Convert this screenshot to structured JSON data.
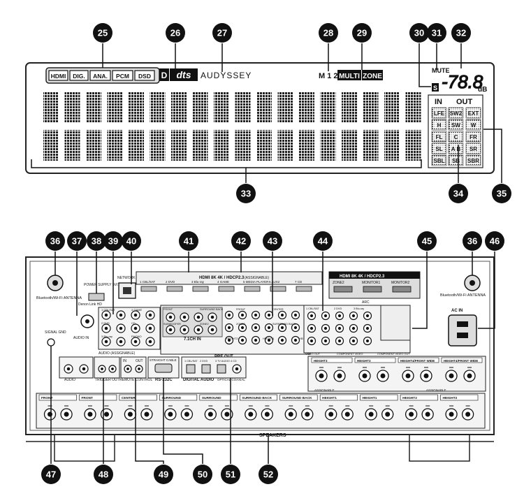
{
  "display": {
    "badges": [
      "HDMI",
      "DIG.",
      "ANA.",
      "PCM",
      "DSD"
    ],
    "dolby_logo": "D",
    "dts_logo": "dts",
    "audyssey": "AUDYSSEY",
    "m12": "M 1 2",
    "multi": "MULTI",
    "zone": "ZONE",
    "mute": "MUTE",
    "s_mark": "S",
    "volume": "-78.8",
    "db": "dB",
    "in_label": "IN",
    "out_label": "OUT",
    "channels": [
      [
        "LFE",
        "SW2",
        "EXT"
      ],
      [
        "H",
        "SW",
        "W"
      ],
      [
        "FL",
        "C",
        "FR"
      ],
      [
        "SL",
        "A B",
        "SR"
      ],
      [
        "SBL",
        "SB",
        "SBR"
      ]
    ]
  },
  "callouts": {
    "top": [
      "25",
      "26",
      "27",
      "28",
      "29",
      "30",
      "31",
      "32"
    ],
    "bottom_display": [
      "33",
      "34",
      "35"
    ],
    "rear_top": [
      "36",
      "37",
      "38",
      "39",
      "40",
      "41",
      "42",
      "43",
      "44",
      "45",
      "36",
      "46"
    ],
    "rear_bottom": [
      "47",
      "48",
      "49",
      "50",
      "51",
      "52"
    ]
  },
  "rear": {
    "antenna_left": "Bluetooth/Wi-Fi ANTENNA",
    "antenna_right": "Bluetooth/Wi-Fi ANTENNA",
    "power_supply": "POWER SUPPLY 5V/1.5A max",
    "network": "NETWORK",
    "denon_link": "Denon Link HD",
    "hdmi_header": "HDMI  8K  4K / HDCP2.3",
    "hdmi_assignable": "(ASSIGNABLE)",
    "hdmi_inputs": [
      "1 CBL/SAT",
      "2 DVD",
      "3 Blu-ray",
      "4 GAME",
      "5 MEDIA PLAYER",
      "6 AUX2",
      "7 CD"
    ],
    "hdmi_out_header": "HDMI  8K  4K / HDCP2.3",
    "hdmi_outputs": [
      "ZONE2",
      "MONITOR1",
      "MONITOR2"
    ],
    "arc": "ARC",
    "analog_in": [
      "1 CBL/SAT",
      "4 GAME",
      "2 DVD",
      "CD",
      "3 Blu-ray",
      "PHONO"
    ],
    "audio_assignable": "AUDIO  (ASSIGNABLE)",
    "audio_in": "AUDIO IN",
    "pre_out": "PRE OUT",
    "ch_in": "7.1CH IN",
    "preout_labels": [
      "FRONT",
      "SURROUND BACK",
      "FRONT",
      "CENTER",
      "SUBWOOFER",
      "ZONE2",
      "ZONE3",
      "SURROUND BACK",
      "HEIGHT2",
      "HEIGHT1",
      "HEIGHT3",
      "MEDIA PLAYER"
    ],
    "component_labels": [
      "1 CBL/SAT",
      "2 DVD",
      "3 Blu-ray",
      "MONITOR",
      "VIDEO OUT",
      "COMPONENT VIDEO",
      "COMPONENT VIDEO OUT"
    ],
    "signal_gnd": "SIGNAL GND",
    "ac_in": "AC IN",
    "zone_audio": "AUDIO",
    "trigger_out": "TRIGGER OUT",
    "remote_control": "REMOTE CONTROL",
    "remote_in": "IN",
    "remote_out": "OUT",
    "rs232c": "RS-232C",
    "straight_cable": "STRAIGHT CABLE",
    "digital_audio": "DIGITAL AUDIO",
    "digital_inputs": [
      "1 CBL/SAT",
      "2 DVD",
      "3 TV AUDIO",
      "4 CD"
    ],
    "opt_coax": "OPTICAL  COAXIAL",
    "speakers": "SPEAKERS",
    "speaker_upper": [
      "HEIGHT3",
      "HEIGHT3",
      "HEIGHT4/FRONT WIDE",
      "HEIGHT4/FRONT WIDE"
    ],
    "speaker_lower": [
      "FRONT",
      "FRONT",
      "CENTER",
      "SURROUND",
      "SURROUND",
      "SURROUND BACK",
      "SURROUND BACK",
      "HEIGHT1",
      "HEIGHT1",
      "HEIGHT2",
      "HEIGHT2"
    ],
    "assignable": "ASSIGNABLE"
  }
}
